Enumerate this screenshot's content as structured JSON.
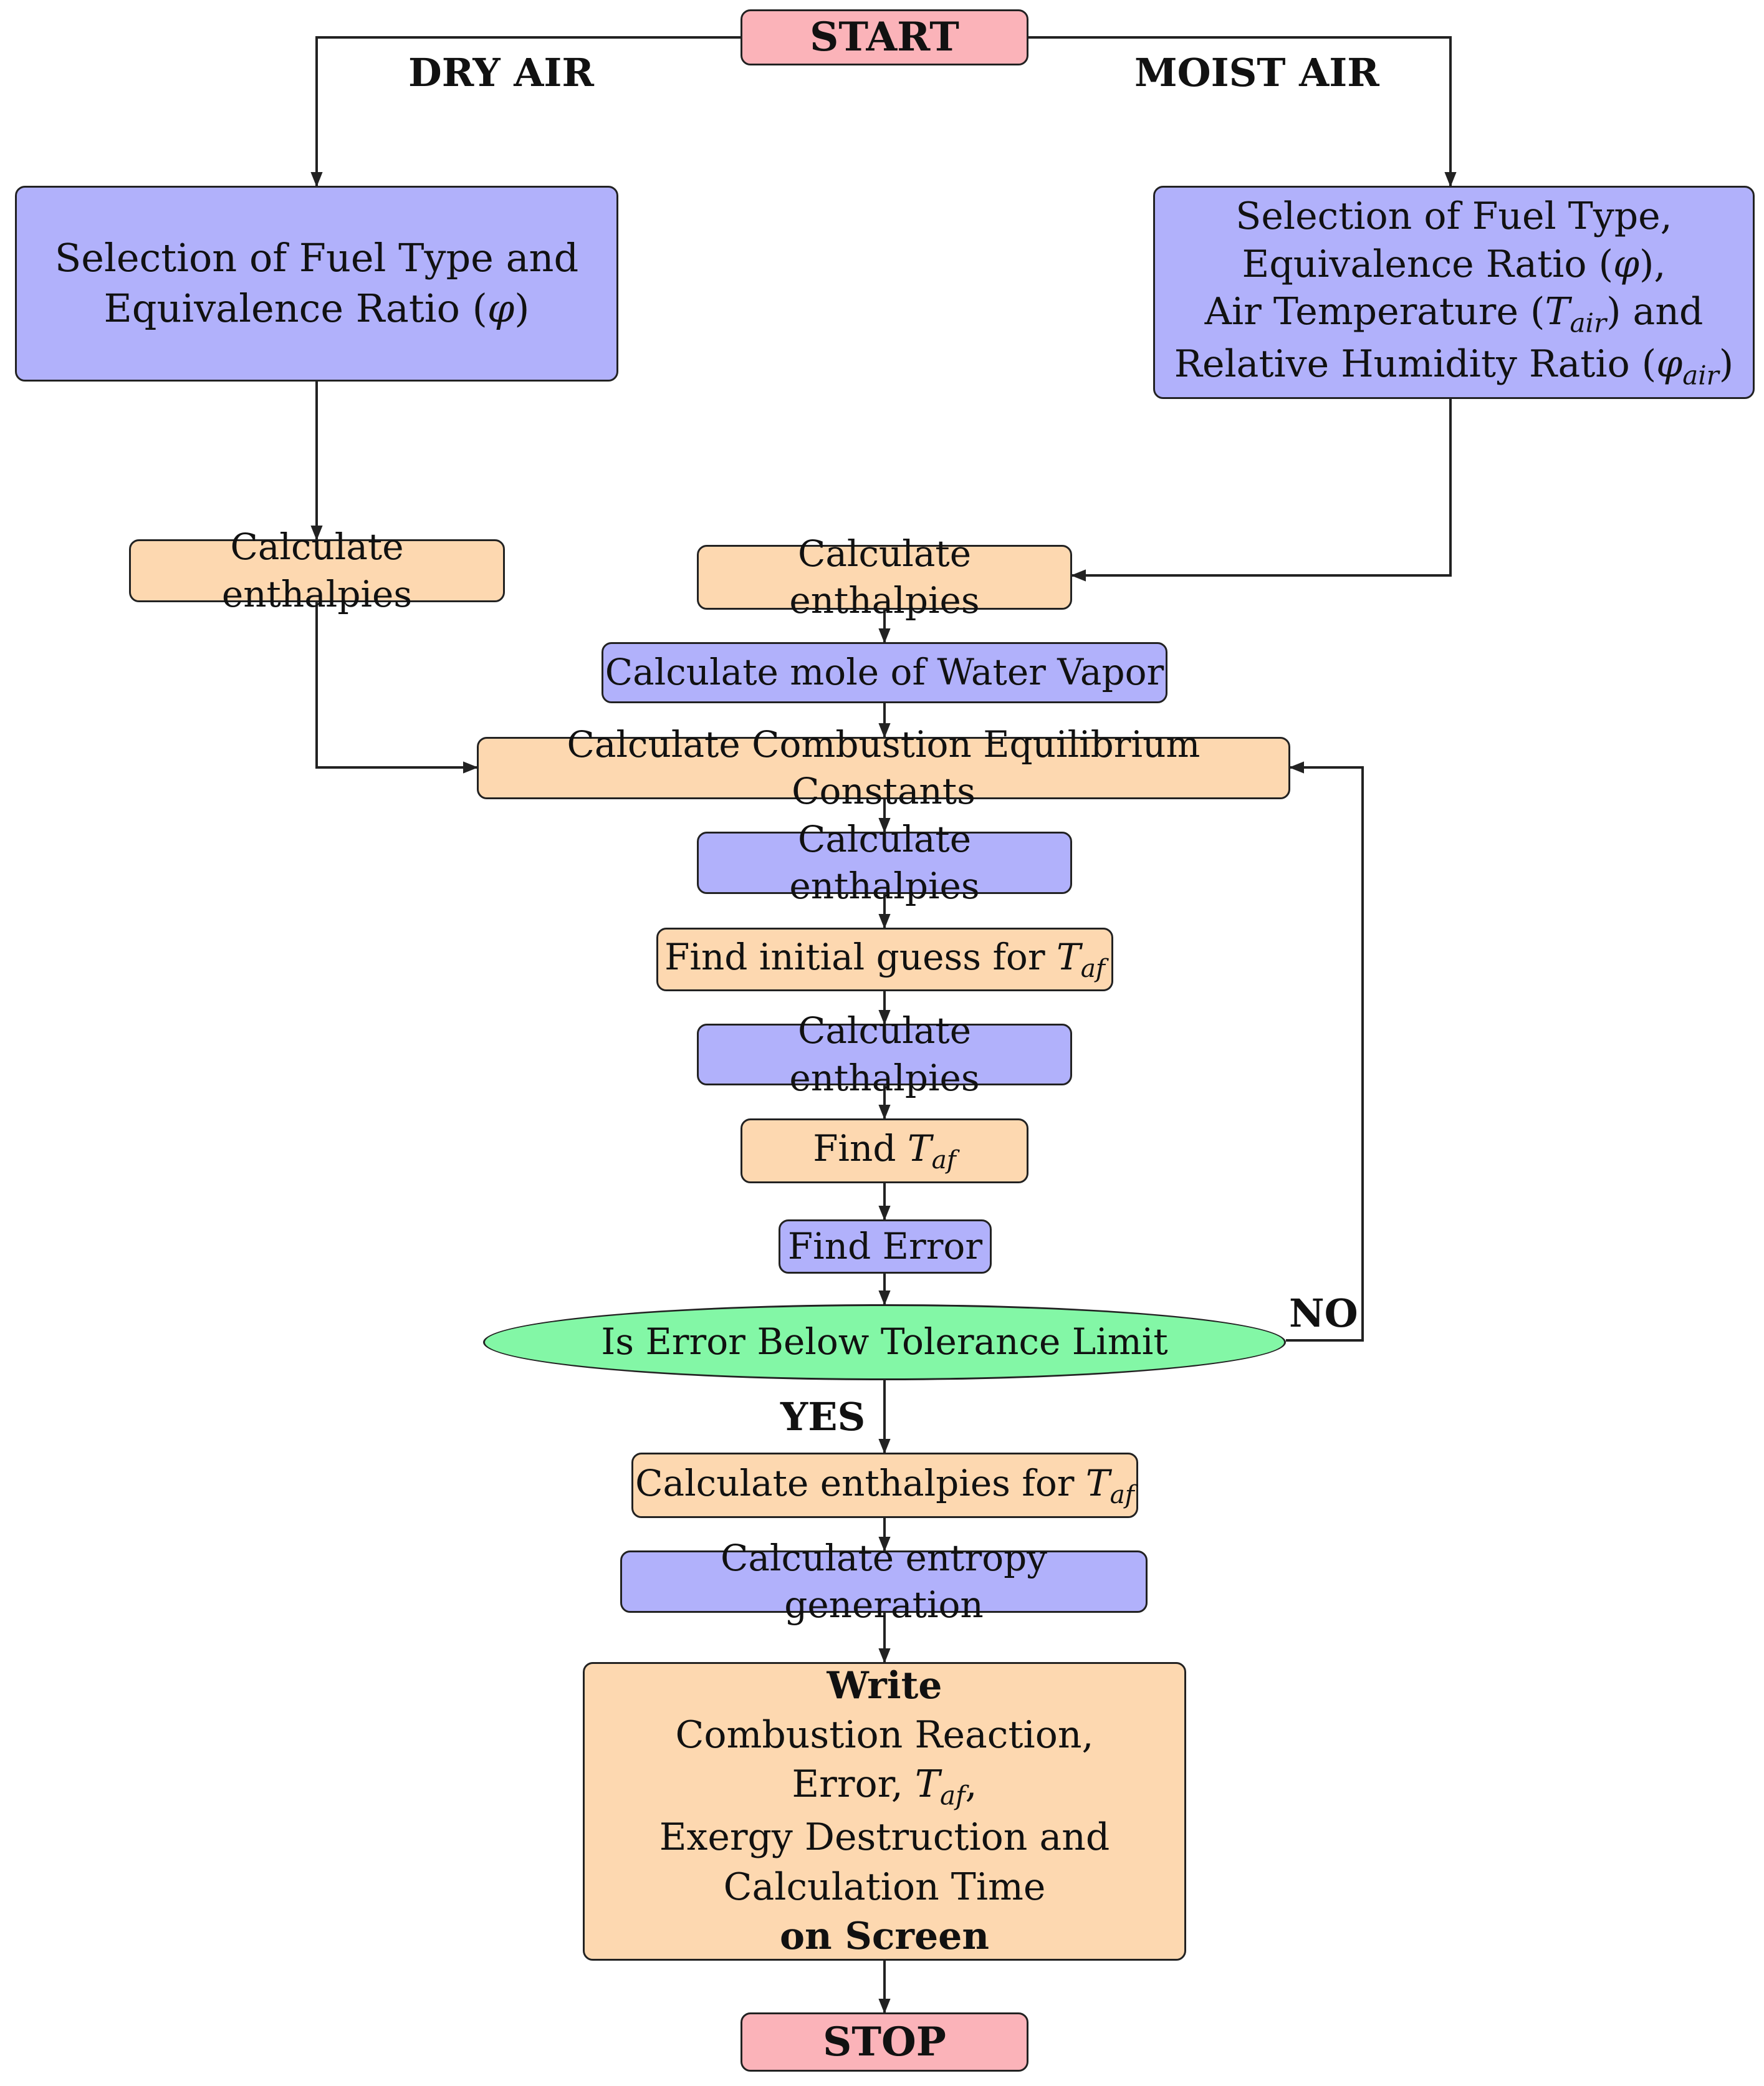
{
  "labels": {
    "dry_air": "DRY AIR",
    "moist_air": "MOIST AIR",
    "no": "NO",
    "yes": "YES"
  },
  "nodes": {
    "start": "START",
    "dry_selection": {
      "line1": "Selection of Fuel Type and",
      "line2_prefix": "Equivalence Ratio (",
      "line2_symbol": "φ",
      "line2_suffix": ")"
    },
    "moist_selection": {
      "line1": "Selection of Fuel Type,",
      "line2_prefix": "Equivalence Ratio (",
      "line2_symbol": "φ",
      "line2_suffix": "),",
      "line3_prefix": "Air Temperature (",
      "line3_symbol": "T",
      "line3_sub": "air",
      "line3_suffix": ") and",
      "line4_prefix": "Relative Humidity Ratio (",
      "line4_symbol": "φ",
      "line4_sub": "air",
      "line4_suffix": ")"
    },
    "dry_enthalpies": "Calculate enthalpies",
    "moist_enthalpies": "Calculate enthalpies",
    "water_vapor": "Calculate mole of Water Vapor",
    "equilibrium": "Calculate Combustion Equilibrium Constants",
    "enthalpies_2": "Calculate enthalpies",
    "initial_guess": {
      "prefix": "Find initial guess for ",
      "symbol": "T",
      "sub": "af"
    },
    "enthalpies_3": "Calculate enthalpies",
    "find_taf": {
      "prefix": "Find ",
      "symbol": "T",
      "sub": "af"
    },
    "find_error": "Find Error",
    "decision": "Is Error Below Tolerance Limit",
    "enthalpies_taf": {
      "prefix": "Calculate enthalpies for ",
      "symbol": "T",
      "sub": "af"
    },
    "entropy": "Calculate entropy generation",
    "write": {
      "line1": "Write",
      "line2": "Combustion Reaction,",
      "line3_prefix": "Error, ",
      "line3_symbol": "T",
      "line3_sub": "af",
      "line3_suffix": ",",
      "line4": "Exergy Destruction and",
      "line5": "Calculation Time",
      "line6": "on Screen"
    },
    "stop": "STOP"
  },
  "colors": {
    "terminal": "#fbb3b9",
    "process_blue": "#b1b1fb",
    "process_orange": "#fdd8b0",
    "decision": "#83f7a6",
    "connector": "#222222"
  }
}
